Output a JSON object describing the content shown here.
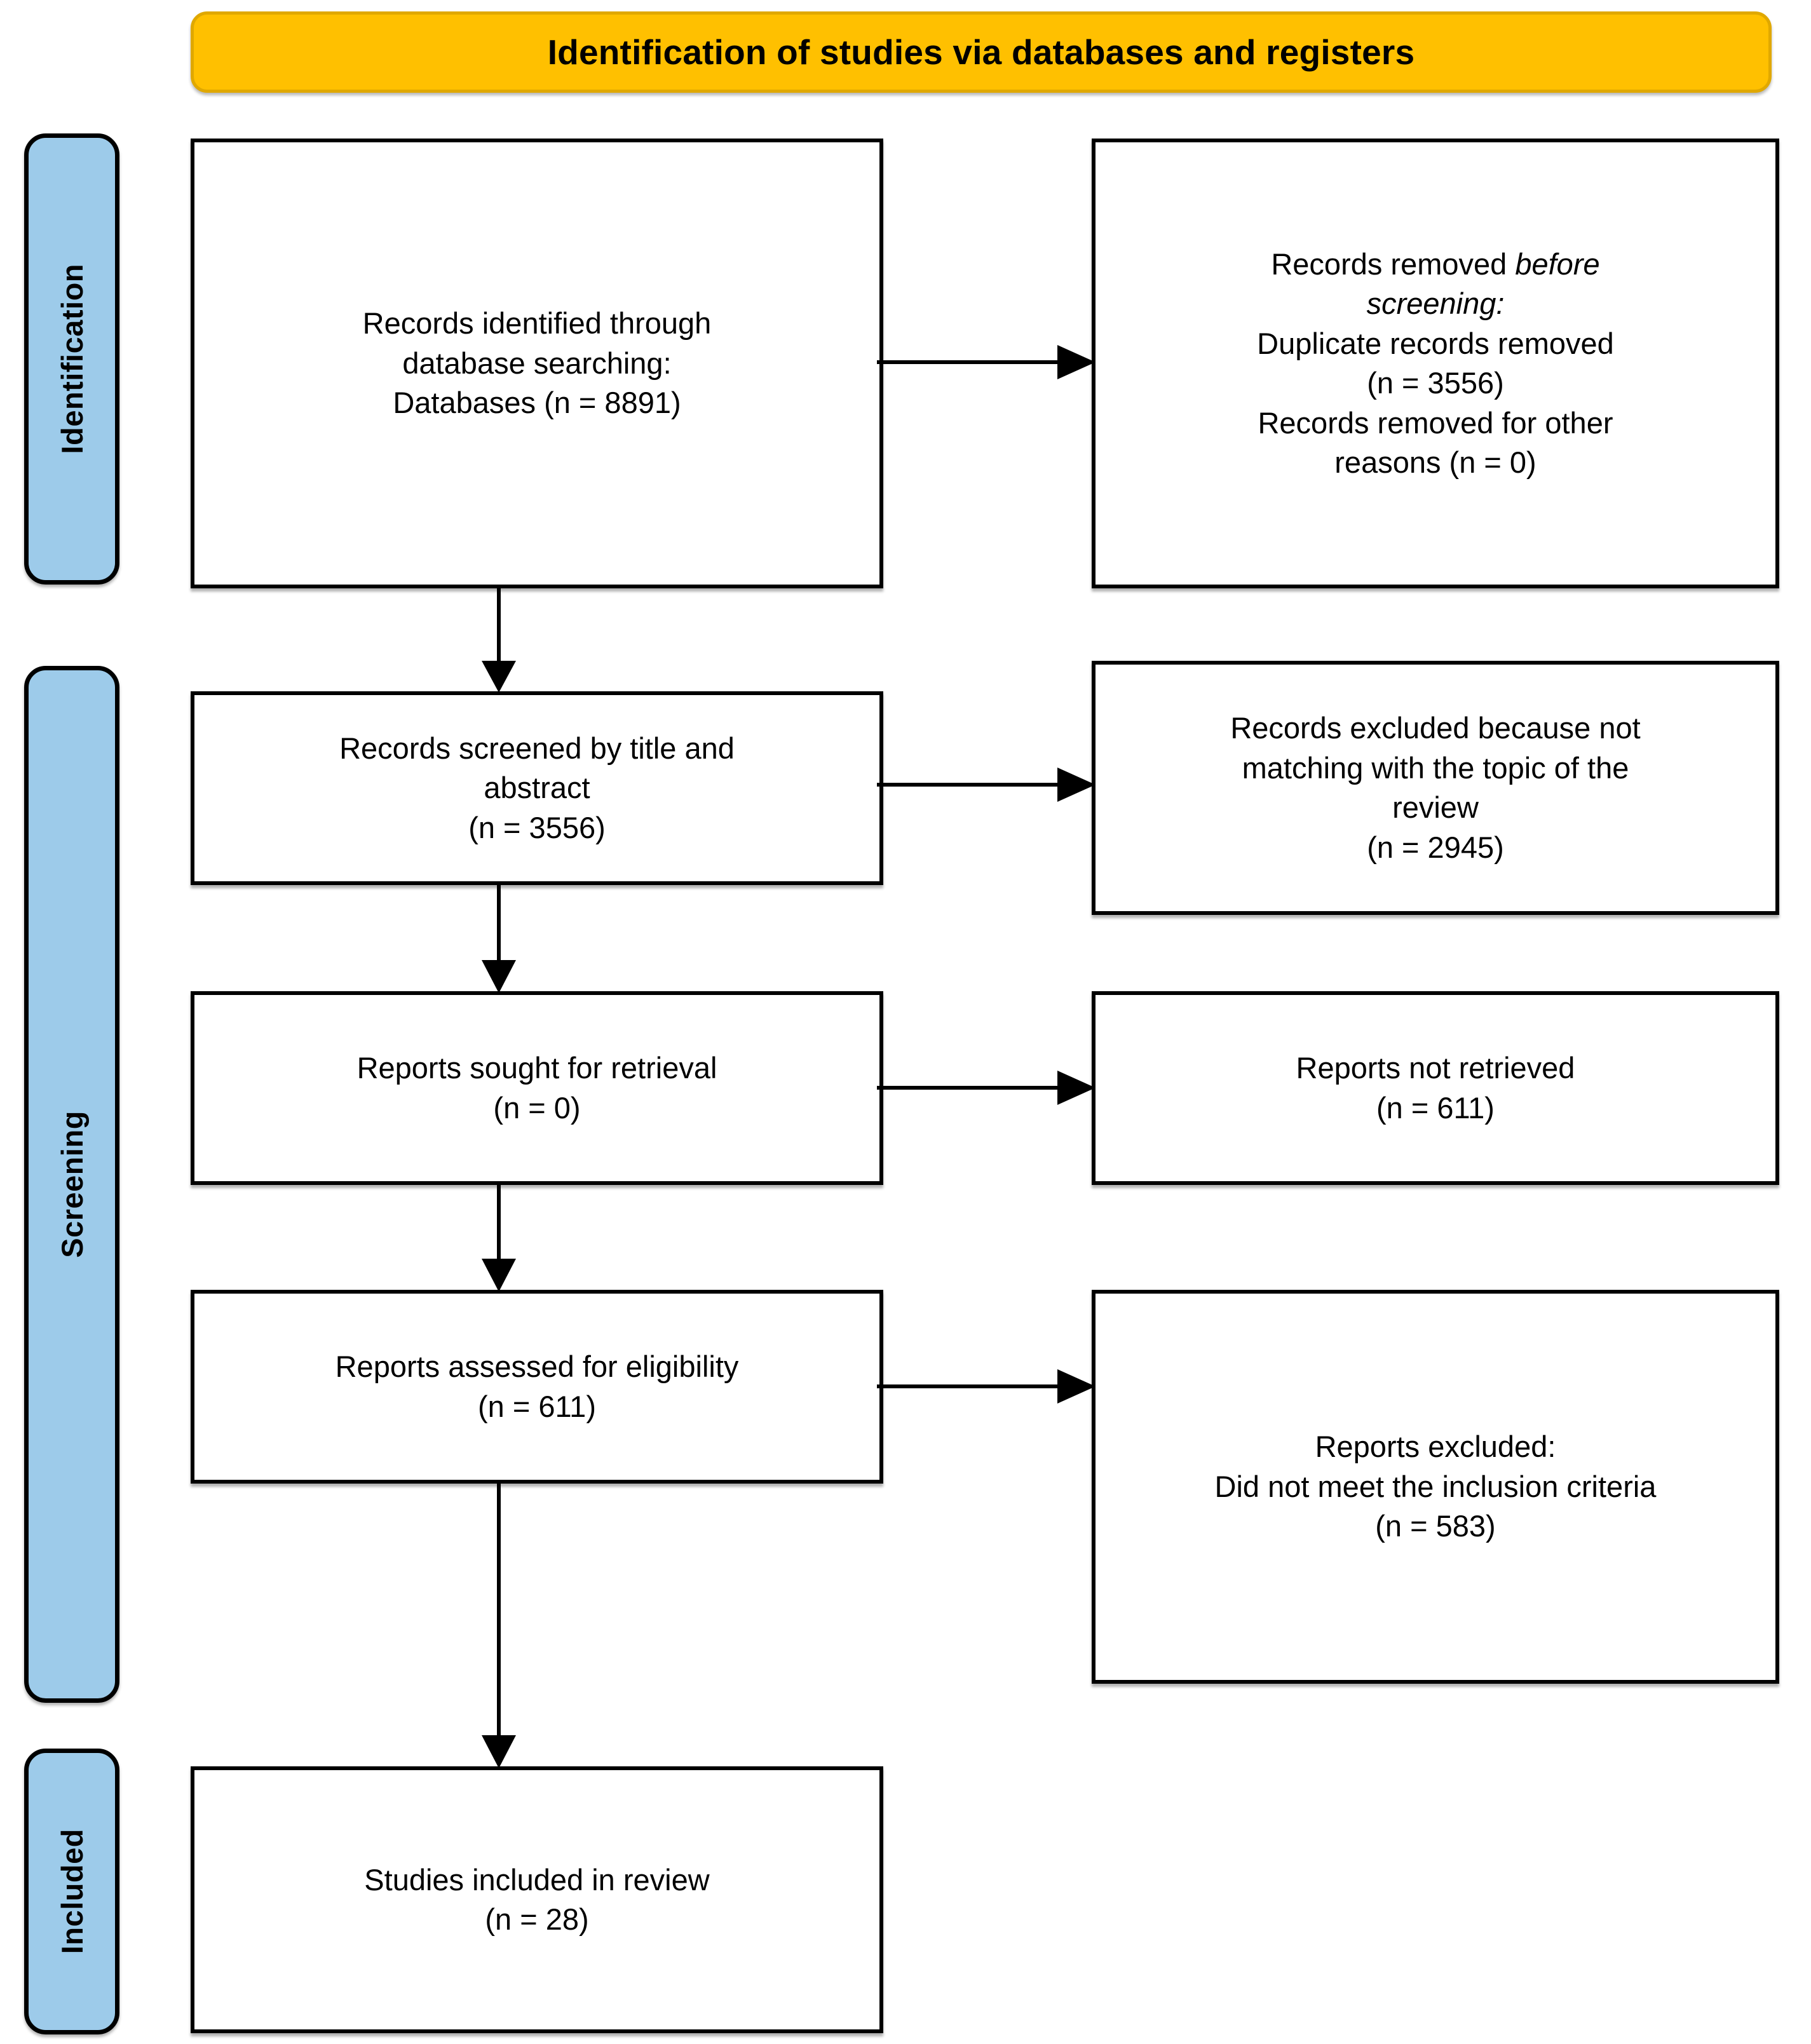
{
  "banner": {
    "title": "Identification of studies via databases and registers"
  },
  "colors": {
    "banner_fill": "#FFC000",
    "banner_border": "#E0A800",
    "stage_bar_fill": "#9DCBEA",
    "box_border": "#000000",
    "box_fill": "#FFFFFF",
    "text": "#000000"
  },
  "stages": [
    {
      "id": "identification",
      "label": "Identification"
    },
    {
      "id": "screening",
      "label": "Screening"
    },
    {
      "id": "included",
      "label": "Included"
    }
  ],
  "boxes": {
    "identified": {
      "line1": "Records identified through",
      "line2": "database searching:",
      "line3": "Databases (n = 8891)"
    },
    "removed_before_screening": {
      "line1_prefix": "Records removed ",
      "line1_italic": "before",
      "line2_italic": "screening",
      "line2_suffix": ":",
      "line3": "Duplicate records removed",
      "line4": "(n = 3556)",
      "line5": "Records removed for other",
      "line6": "reasons (n = 0)"
    },
    "screened": {
      "line1": "Records screened by title and",
      "line2": "abstract",
      "line3": "(n = 3556)"
    },
    "excluded_topic": {
      "line1": "Records excluded because not",
      "line2": "matching with the topic of the",
      "line3": "review",
      "line4": "(n = 2945)"
    },
    "sought": {
      "line1": "Reports sought for retrieval",
      "line2": "(n = 0)"
    },
    "not_retrieved": {
      "line1": "Reports not retrieved",
      "line2": "(n = 611)"
    },
    "assessed": {
      "line1": "Reports assessed for eligibility",
      "line2": "(n = 611)"
    },
    "excluded_criteria": {
      "line1": "Reports excluded:",
      "line2": "Did not meet the inclusion criteria",
      "line3": "(n = 583)"
    },
    "included_studies": {
      "line1": "Studies included in review",
      "line2": "(n = 28)"
    }
  },
  "counts": {
    "databases_identified": 8891,
    "duplicates_removed": 3556,
    "removed_other_reasons": 0,
    "screened": 3556,
    "excluded_not_matching_topic": 2945,
    "reports_sought": 0,
    "reports_not_retrieved": 611,
    "reports_assessed": 611,
    "reports_excluded_criteria": 583,
    "studies_included": 28
  }
}
